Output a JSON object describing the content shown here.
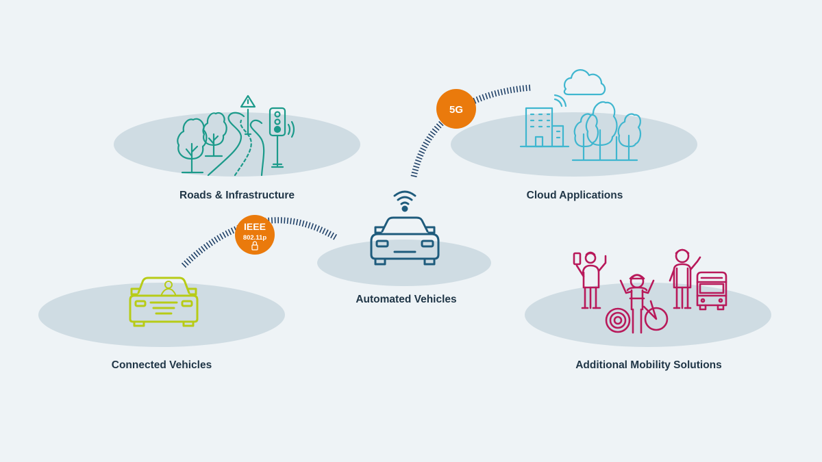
{
  "nodes": {
    "roads": {
      "label": "Roads & Infrastructure"
    },
    "cloud": {
      "label": "Cloud Applications"
    },
    "automated": {
      "label": "Automated Vehicles"
    },
    "connected": {
      "label": "Connected Vehicles"
    },
    "mobility": {
      "label": "Additional Mobility Solutions"
    }
  },
  "links": {
    "dsrc": {
      "line1": "IEEE",
      "line2": "802.11p"
    },
    "cellular": {
      "label": "5G"
    }
  },
  "colors": {
    "background": "#eef3f6",
    "ellipse": "#cfdce3",
    "infrastructure": "#1b9a8a",
    "cloud": "#3fb6cf",
    "automated": "#1e5b7c",
    "connected": "#b7cb17",
    "mobility": "#b8195a",
    "badge": "#ea7a0c",
    "dashes": "#1e3f66",
    "text": "#1f3546"
  }
}
